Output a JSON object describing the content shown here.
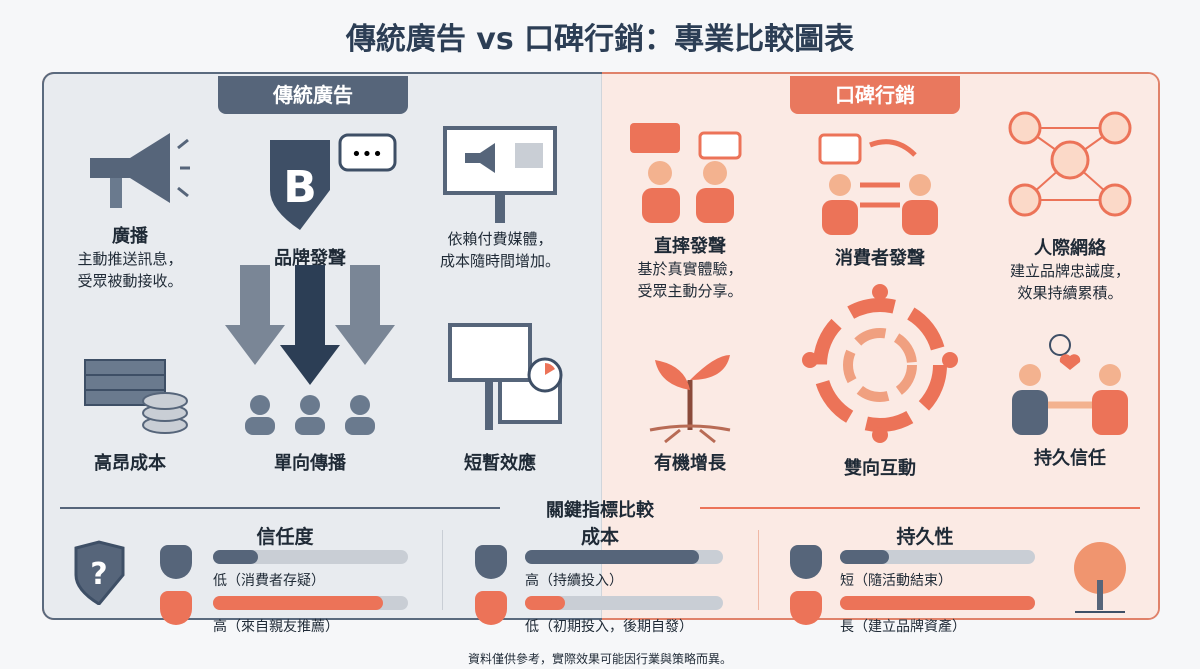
{
  "title": "傳統廣告 vs 口碑行銷：專業比較圖表",
  "left": {
    "header": "傳統廣告",
    "items": [
      {
        "label": "廣播",
        "desc": [
          "主動推送訊息，",
          "受眾被動接收。"
        ],
        "icon": "megaphone-icon"
      },
      {
        "label": "品牌發聲",
        "desc": [],
        "icon": "brand-shield-icon"
      },
      {
        "label": "",
        "desc": [
          "依賴付費媒體，",
          "成本隨時間增加。"
        ],
        "icon": "billboard-icon"
      },
      {
        "label": "高昂成本",
        "desc": [],
        "icon": "money-stack-icon"
      },
      {
        "label": "單向傳播",
        "desc": [],
        "icon": "audience-icon"
      },
      {
        "label": "短暫效應",
        "desc": [],
        "icon": "timer-billboard-icon"
      }
    ]
  },
  "right": {
    "header": "口碑行銷",
    "items": [
      {
        "label": "直摔發聲",
        "desc": [
          "基於真實體驗，",
          "受眾主動分享。"
        ],
        "icon": "conversation-icon"
      },
      {
        "label": "消費者發聲",
        "desc": [],
        "icon": "exchange-icon"
      },
      {
        "label": "人際網絡",
        "desc": [
          "建立品牌忠誠度，",
          "效果持續累積。"
        ],
        "icon": "network-icon"
      },
      {
        "label": "有機增長",
        "desc": [],
        "icon": "sprout-icon"
      },
      {
        "label": "雙向互動",
        "desc": [],
        "icon": "cycle-icon"
      },
      {
        "label": "持久信任",
        "desc": [],
        "icon": "handshake-icon"
      }
    ]
  },
  "metrics": {
    "title": "關鍵指標比較",
    "groups": [
      {
        "title": "信任度",
        "bars": [
          {
            "label": "低（消費者存疑）",
            "value": 0.23,
            "series": "traditional"
          },
          {
            "label": "高（來自親友推薦）",
            "value": 0.87,
            "series": "wom"
          }
        ]
      },
      {
        "title": "成本",
        "bars": [
          {
            "label": "高（持續投入）",
            "value": 0.88,
            "series": "traditional"
          },
          {
            "label": "低（初期投入，後期自發）",
            "value": 0.2,
            "series": "wom"
          }
        ]
      },
      {
        "title": "持久性",
        "bars": [
          {
            "label": "短（隨活動結束）",
            "value": 0.25,
            "series": "traditional"
          },
          {
            "label": "長（建立品牌資產）",
            "value": 1.0,
            "series": "wom"
          }
        ]
      }
    ]
  },
  "footnote": "資料僅供參考，實際效果可能因行業與策略而異。",
  "colors": {
    "traditional": "#56657a",
    "wom": "#ec7358",
    "track": "#c9ced5"
  }
}
